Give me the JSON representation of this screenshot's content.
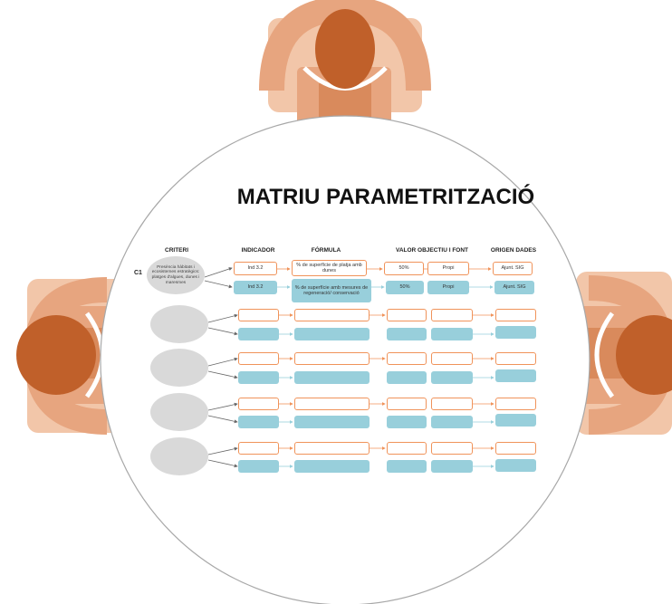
{
  "title": "MATRIU PARAMETRITZACIÓ",
  "columns": {
    "criteri": "CRITERI",
    "indicador": "INDICADOR",
    "formula": "FÓRMULA",
    "valor": "VALOR OBJECTIU I FONT",
    "origen": "ORIGEN DADES"
  },
  "c1": {
    "label": "C1",
    "criterion": "Presència hàbitats i ecosistemes estratègics: platges d'algues, dunes i maresmes",
    "row_a": {
      "indicador": "Ind 3.2",
      "formula": "% de superfície de platja amb dunes",
      "valor": "50%",
      "font": "Propi",
      "origen": "Ajunt. SIG"
    },
    "row_b": {
      "indicador": "Ind 3.2",
      "formula": "% de superfície amb mesures de regeneració/ conservació",
      "valor": "50%",
      "font": "Propi",
      "origen": "Ajunt. SIG"
    }
  },
  "colors": {
    "orange": "#f0935a",
    "blue": "#98cfdb",
    "grey": "#d9d9d9",
    "chair_dark": "#c0602a",
    "chair_light": "#e7a57f"
  }
}
